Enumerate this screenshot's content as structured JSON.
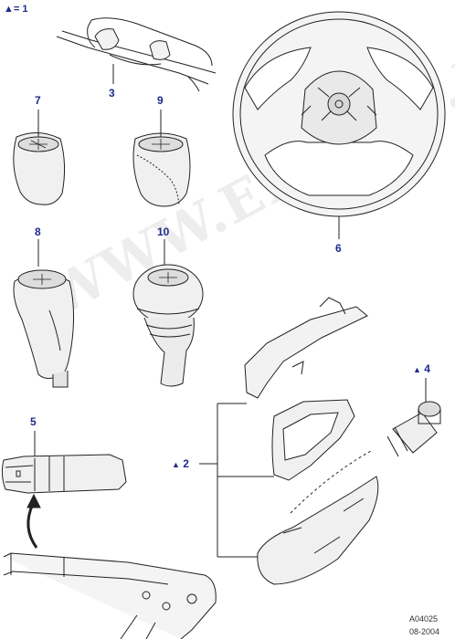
{
  "legend": {
    "symbol": "▲",
    "text": "= 1"
  },
  "callouts": {
    "c1": "3",
    "c2": "7",
    "c3": "9",
    "c4": "6",
    "c5": "8",
    "c6": "10",
    "c7": "5",
    "c8": "2",
    "c9": "4"
  },
  "markers": {
    "m2": "▲",
    "m4": "▲"
  },
  "footer": {
    "code": "A04025",
    "date": "08-2004"
  },
  "watermark": "WWW.ELCATS.RU",
  "colors": {
    "callout": "#1f2a8a",
    "line": "#222222",
    "fill": "#f2f2f2"
  }
}
